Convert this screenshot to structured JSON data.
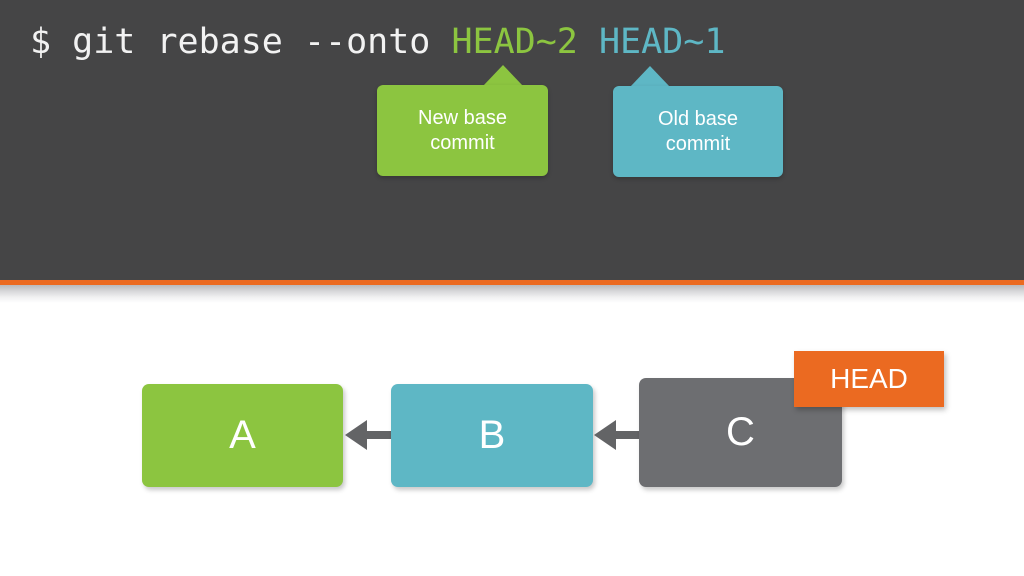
{
  "terminal": {
    "prompt": "$ ",
    "command": "git rebase --onto ",
    "new_base_ref": "HEAD~2",
    "space": " ",
    "old_base_ref": "HEAD~1",
    "background_color": "#454546"
  },
  "divider": {
    "accent_color": "#EB6A21"
  },
  "callouts": [
    {
      "name": "new-base-commit",
      "line1": "New base",
      "line2": "commit",
      "color": "#8CC540",
      "points_at": "HEAD~2"
    },
    {
      "name": "old-base-commit",
      "line1": "Old base",
      "line2": "commit",
      "color": "#5EB7C5",
      "points_at": "HEAD~1"
    }
  ],
  "graph": {
    "nodes": [
      {
        "id": "A",
        "label": "A",
        "color": "#8CC540"
      },
      {
        "id": "B",
        "label": "B",
        "color": "#5EB7C5"
      },
      {
        "id": "C",
        "label": "C",
        "color": "#6D6E71"
      }
    ],
    "edges": [
      {
        "from": "B",
        "to": "A"
      },
      {
        "from": "C",
        "to": "B"
      }
    ],
    "ref_label": {
      "text": "HEAD",
      "color": "#EB6A21",
      "attached_to": "C"
    }
  }
}
